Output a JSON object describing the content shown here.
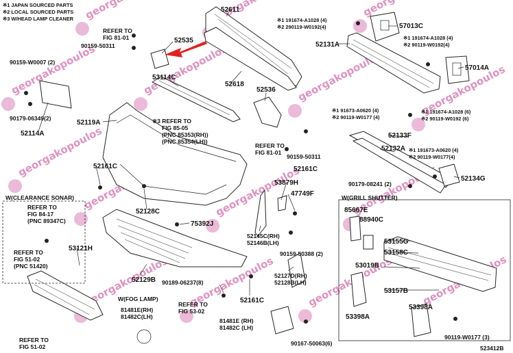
{
  "legend": [
    "※1  JAPAN SOURCED PARTS",
    "※2  LOCAL SOURCED PARTS",
    "※3 W/HEAD LAMP CLEANER"
  ],
  "part_numbers": {
    "p52611": "52611",
    "p52535": "52535",
    "p52618": "52618",
    "p53114c": "53114C",
    "p52536": "52536",
    "p52131a": "52131A",
    "p57013c": "57013C",
    "p57014a": "57014A",
    "p52119a": "52119A",
    "p52114a": "52114A",
    "p52161c_a": "52161C",
    "p52161c_b": "52161C",
    "p52161c_c": "52161C",
    "p52128c": "52128C",
    "p52133f": "52133F",
    "p52132a": "52132A",
    "p52134g": "52134G",
    "p53879h": "53879H",
    "p47749f": "47749F",
    "p75392j": "75392J",
    "p53121h": "53121H",
    "p52129b": "52129B",
    "p52145c": "52145C(RH)",
    "p52146b": "52146B(LH)",
    "p52127d": "52127D(RH)",
    "p52128b": "52128B(LH)",
    "p81481e": "81481E(RH)",
    "p81482c": "81482C(LH)",
    "p81481e_b": "81481E (RH)",
    "p81482c_b": "81482C (LH)",
    "p85667e": "85667E",
    "p88940c": "88940C",
    "p53155g": "53155G",
    "p53158c": "53158C",
    "p53019b": "53019B",
    "p53157b": "53157B",
    "p53398a": "53398A",
    "p53398a_b": "53398A"
  },
  "fasteners": {
    "f1": "90159-50311",
    "f2": "90159-W0007 (2)",
    "f3": "90179-06349(2)",
    "f4": "※1 191674-A1028 (4)",
    "f5": "※2 290119-W0192(4)",
    "f6": "※1 191674-A1028 (4)",
    "f7": "※2 90119-W0192(4)",
    "f8": "※1 91673-A0620 (4)",
    "f9": "※2 90119-W0177 (4)",
    "f10": "※1 191674-A1028 (6)",
    "f11": "※2 90119-W0192 (6)",
    "f12": "90159-50311",
    "f13": "※1 191673-A0620 (4)",
    "f14": "※2 90119-W0177(4)",
    "f15": "90179-08241 (2)",
    "f16": "90159-50388 (2)",
    "f17": "90189-06237(8)",
    "f18": "90167-50063(6)",
    "f19": "90119-W0177 (3)"
  },
  "refs": {
    "r1": [
      "REFER TO",
      "FIG 81-01"
    ],
    "r2": [
      "※3 REFER TO",
      "FIG 85-05",
      "(PNC 85353(RH))",
      "(PNC 85354(LH))"
    ],
    "r3": [
      "REFER TO",
      "FIG 81-01"
    ],
    "r4": [
      "REFER TO",
      "FIG 84-17",
      "(PNC 89347C)"
    ],
    "r5": [
      "REFER TO",
      "FIG 51-02",
      "(PNC 51420)"
    ],
    "r6": [
      "REFER TO",
      "FIG 51-02"
    ],
    "r7": [
      "REFER TO",
      "FIG 53-02"
    ]
  },
  "sections": {
    "clearance_sonar": "W(CLEARANCE SONAR)",
    "fog_lamp": "W(FOG LAMP)",
    "grill_shutter": "W(GRILL SHUTTER)"
  },
  "diagram_code": "523412B",
  "watermark": "georgakopoulos"
}
